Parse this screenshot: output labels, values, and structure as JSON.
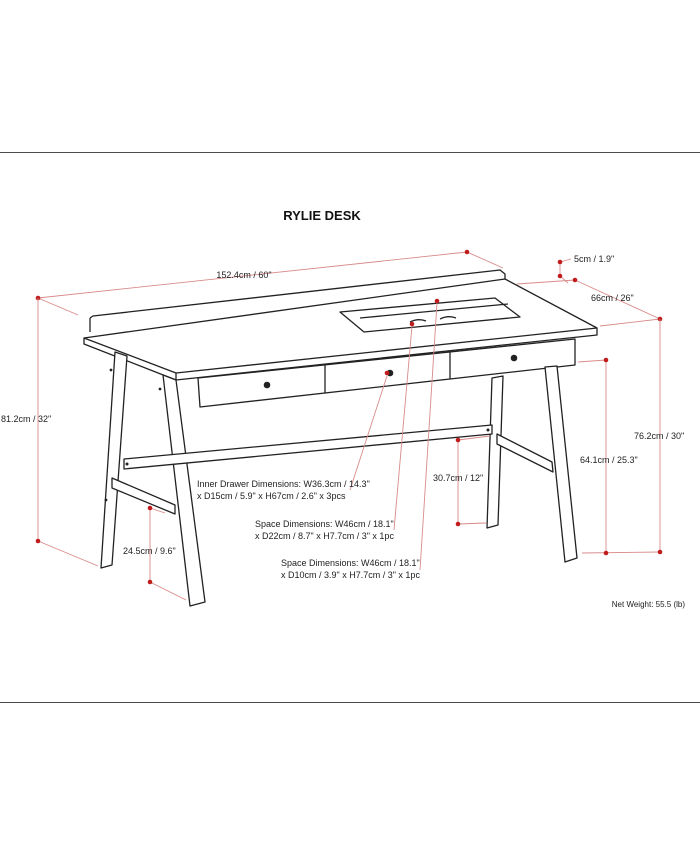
{
  "title": "RYLIE DESK",
  "dimensions": {
    "width": "152.4cm / 60\"",
    "backsplash": "5cm / 1.9\"",
    "depth": "66cm / 26\"",
    "back_height": "81.2cm / 32\"",
    "table_height": "76.2cm / 30\"",
    "leg_clearance": "64.1cm / 25.3\"",
    "stretcher_height": "30.7cm / 12\"",
    "leg_spread": "24.5cm / 9.6\""
  },
  "notes": {
    "inner_drawer_line1": "Inner Drawer Dimensions: W36.3cm / 14.3\"",
    "inner_drawer_line2": "x D15cm / 5.9\" x H67cm / 2.6\" x 3pcs",
    "space1_line1": "Space Dimensions: W46cm / 18.1\"",
    "space1_line2": "x D22cm / 8.7\" x H7.7cm / 3\" x 1pc",
    "space2_line1": "Space Dimensions: W46cm / 18.1\"",
    "space2_line2": "x D10cm / 3.9\" x H7.7cm / 3\" x 1pc"
  },
  "net_weight": "Net Weight: 55.5 (lb)",
  "colors": {
    "line": "#222222",
    "dimension_line": "#d98a8a",
    "dimension_dot": "#c11c1c"
  }
}
